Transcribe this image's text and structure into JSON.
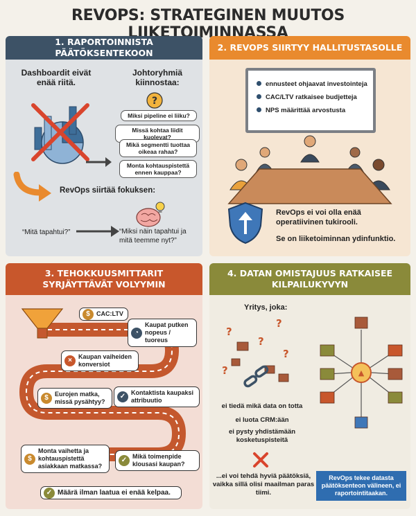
{
  "title": "REVOPS: STRATEGINEN MUUTOS LIIKETOIMINNASSA",
  "panel1": {
    "header": "1. RAPORTOINNISTA PÄÄTÖKSENTEKOON",
    "left_heading": "Dashboardit eivät enää riitä.",
    "right_heading": "Johtoryhmiä kiinnostaa:",
    "questions": [
      "Miksi pipeline ei liiku?",
      "Missä kohtaa liidit kuolevat?",
      "Mikä segmentti tuottaa oikeaa rahaa?",
      "Monta kohtauspistettä ennen kauppaa?"
    ],
    "focus_shift": "RevOps siirtää fokuksen:",
    "before": "“Mitä tapahtui?”",
    "after": "“Miksi näin tapahtui ja mitä teemme nyt?”"
  },
  "panel2": {
    "header": "2. REVOPS SIIRTYY HALLITUSTASOLLE",
    "screen_items": [
      "ennusteet ohjaavat investointeja",
      "CAC/LTV ratkaisee budjetteja",
      "NPS määrittää arvostusta"
    ],
    "statement1": "RevOps ei voi olla enää operatiivinen tukirooli.",
    "statement2": "Se on liiketoiminnan ydinfunktio."
  },
  "panel3": {
    "header": "3. TEHOKKUUSMITTARIT SYRJÄYTTÄVÄT VOLYYMIN",
    "labels": [
      "CAC:LTV",
      "Kaupat putken nopeus / tuoreus",
      "Kaupan vaiheiden konversiot",
      "Eurojen matka, missä pysähtyy?",
      "Kontaktista kaupaksi attribuutio",
      "Monta vaihetta ja kohtauspistettä asiakkaan matkassa?",
      "Mikä toimenpide klousasi kaupan?"
    ],
    "footer": "Määrä ilman laatua ei enää kelpaa."
  },
  "panel4": {
    "header": "4. DATAN OMISTAJUUS RATKAISEE KILPAILUKYVYN",
    "company_label": "Yritys, joka:",
    "issues": [
      "ei tiedä mikä data on totta",
      "ei luota CRM:ään",
      "ei pysty yhdistämään kosketuspisteitä"
    ],
    "conclusion": "...ei voi tehdä hyviä päätöksiä, vaikka sillä olisi maailman paras tiimi.",
    "callout": "RevOps tekee datasta päätöksenteon välineen, ei raportointitaakan."
  },
  "colors": {
    "panel1_header": "#3d5266",
    "panel2_header": "#e98a2e",
    "panel3_header": "#c8572c",
    "panel4_header": "#8a8a3a",
    "callout": "#2f6db0"
  }
}
